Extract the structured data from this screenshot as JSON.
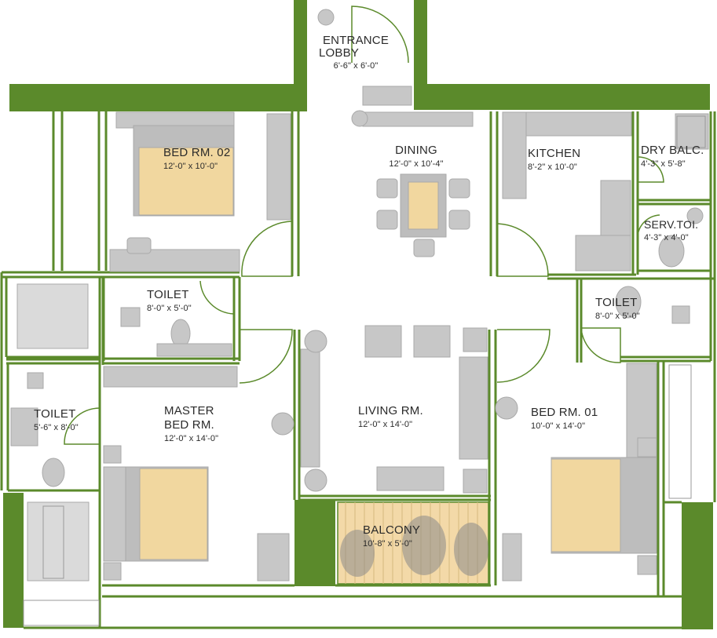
{
  "colors": {
    "wall": "#5b8a2b",
    "furniture": "#c7c7c7",
    "furniture_dark": "#b4b4b4",
    "bed_fill": "#f1d79f",
    "balcony_fill": "#f3d9a8"
  },
  "rooms": {
    "entrance_lobby": {
      "name_line1": "ENTRANCE",
      "name_line2": "LOBBY",
      "size": "6'-6\" x 6'-0\""
    },
    "dining": {
      "name": "DINING",
      "size": "12'-0\" x 10'-4\""
    },
    "kitchen": {
      "name": "KITCHEN",
      "size": "8'-2\" x 10'-0\""
    },
    "dry_balcony": {
      "name": "DRY BALC.",
      "size": "4'-3\" x 5'-8\""
    },
    "service_toilet": {
      "name": "SERV.TOI.",
      "size": "4'-3\" x 4'-0\""
    },
    "bed_room_02": {
      "name": "BED RM. 02",
      "size": "12'-0\" x 10'-0\""
    },
    "toilet_bed02": {
      "name": "TOILET",
      "size": "8'-0\" x 5'-0\""
    },
    "toilet_bed01": {
      "name": "TOILET",
      "size": "8'-0\" x 5'-0\""
    },
    "toilet_master": {
      "name": "TOILET",
      "size": "5'-6\" x 8'-0\""
    },
    "master_bed_room": {
      "name_line1": "MASTER",
      "name_line2": "BED RM.",
      "size": "12'-0\" x 14'-0\""
    },
    "living_room": {
      "name": "LIVING RM.",
      "size": "12'-0\" x 14'-0\""
    },
    "bed_room_01": {
      "name": "BED RM. 01",
      "size": "10'-0\" x 14'-0\""
    },
    "balcony": {
      "name": "BALCONY",
      "size": "10'-8\" x 5'-0\""
    }
  }
}
